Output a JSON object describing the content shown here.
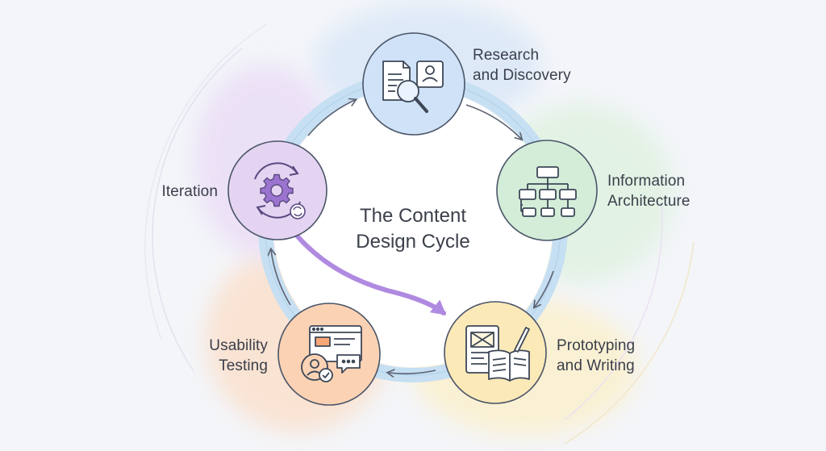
{
  "diagram": {
    "title_lines": [
      "The Content",
      "Design Cycle"
    ],
    "stages": [
      {
        "id": "research",
        "lines": [
          "Research",
          "and Discovery"
        ],
        "icon": "document-search-icon",
        "color": "#cfe2f8",
        "ring": "#4a5568"
      },
      {
        "id": "information-architecture",
        "lines": [
          "Information",
          "Architecture"
        ],
        "icon": "sitemap-icon",
        "color": "#d3edd8",
        "ring": "#4a5568"
      },
      {
        "id": "prototyping",
        "lines": [
          "Prototyping",
          "and Writing"
        ],
        "icon": "wireframe-book-icon",
        "color": "#fbe9b8",
        "ring": "#4a5568"
      },
      {
        "id": "usability-testing",
        "lines": [
          "Usability",
          "Testing"
        ],
        "icon": "user-feedback-icon",
        "color": "#fbd2b4",
        "ring": "#4a5568"
      },
      {
        "id": "iteration",
        "lines": [
          "Iteration"
        ],
        "icon": "gear-cycle-icon",
        "color": "#e4d4f2",
        "ring": "#4a5568"
      }
    ],
    "colors": {
      "ring": "#b9d6ee",
      "arrow": "#5b6270",
      "shortcut_arrow": "#b08ae0"
    }
  }
}
